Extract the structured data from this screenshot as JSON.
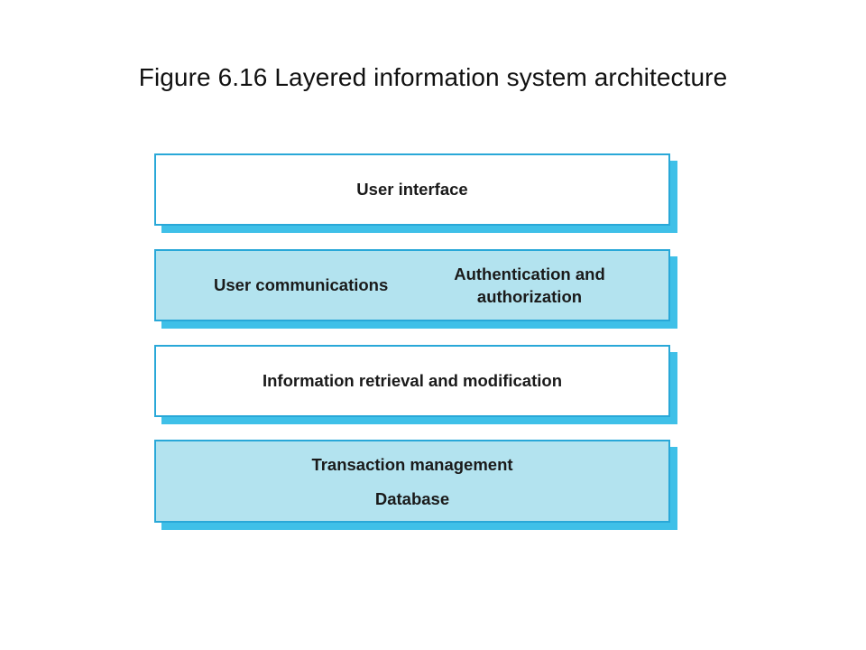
{
  "title": "Figure 6.16 Layered information system architecture",
  "colors": {
    "border": "#29a8d8",
    "shadow": "#3fc0e8",
    "fill_blue": "#b3e3ef",
    "fill_white": "#ffffff"
  },
  "layers": [
    {
      "components": [
        "User interface"
      ]
    },
    {
      "components": [
        "User communications",
        "Authentication and",
        "authorization"
      ]
    },
    {
      "components": [
        "Information retrieval and modification"
      ]
    },
    {
      "components": [
        "Transaction management",
        "Database"
      ]
    }
  ]
}
